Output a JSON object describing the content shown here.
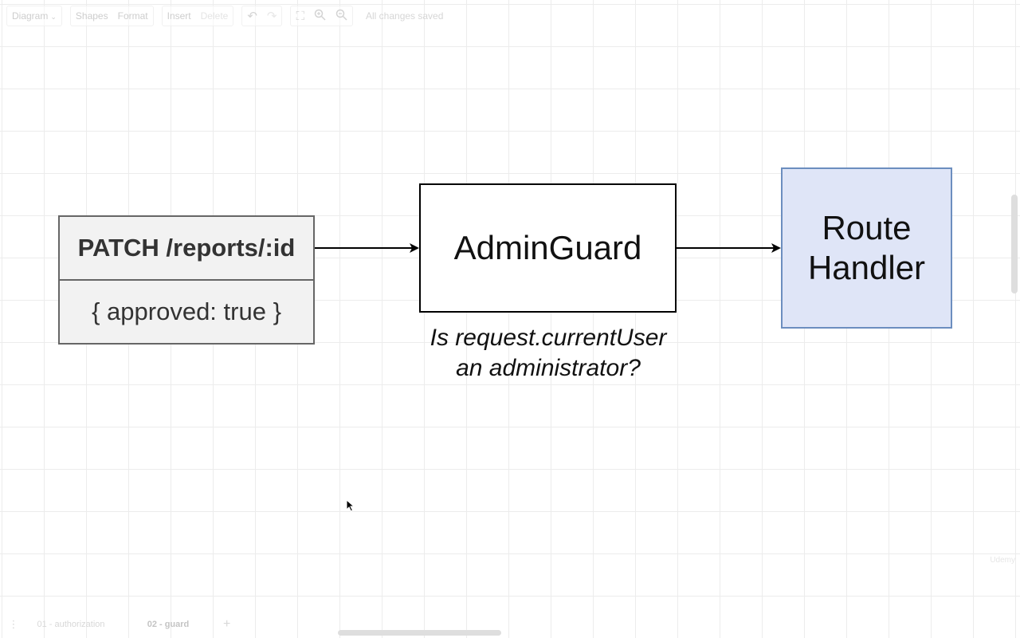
{
  "toolbar": {
    "diagram_menu": "Diagram",
    "shapes_label": "Shapes",
    "format_label": "Format",
    "insert_label": "Insert",
    "delete_label": "Delete",
    "undo_icon": "undo-icon",
    "redo_icon": "redo-icon",
    "fullscreen_icon": "fullscreen-icon",
    "zoom_in_icon": "zoom-in-icon",
    "zoom_out_icon": "zoom-out-icon",
    "status": "All changes saved"
  },
  "diagram": {
    "request_header": "PATCH /reports/:id",
    "request_body": "{ approved: true }",
    "guard_label": "AdminGuard",
    "guard_caption_line1": "Is request.currentUser",
    "guard_caption_line2": "an administrator?",
    "handler_line1": "Route",
    "handler_line2": "Handler",
    "colors": {
      "request_fill": "#f2f2f2",
      "request_stroke": "#666666",
      "guard_fill": "#ffffff",
      "guard_stroke": "#000000",
      "handler_fill": "#dfe5f7",
      "handler_stroke": "#6c8ebf"
    }
  },
  "pages": {
    "tabs": [
      {
        "label": "01 - authorization",
        "active": false
      },
      {
        "label": "02 - guard",
        "active": true
      }
    ],
    "add_label": "+",
    "menu_label": "⋮"
  },
  "watermark": "Udemy"
}
